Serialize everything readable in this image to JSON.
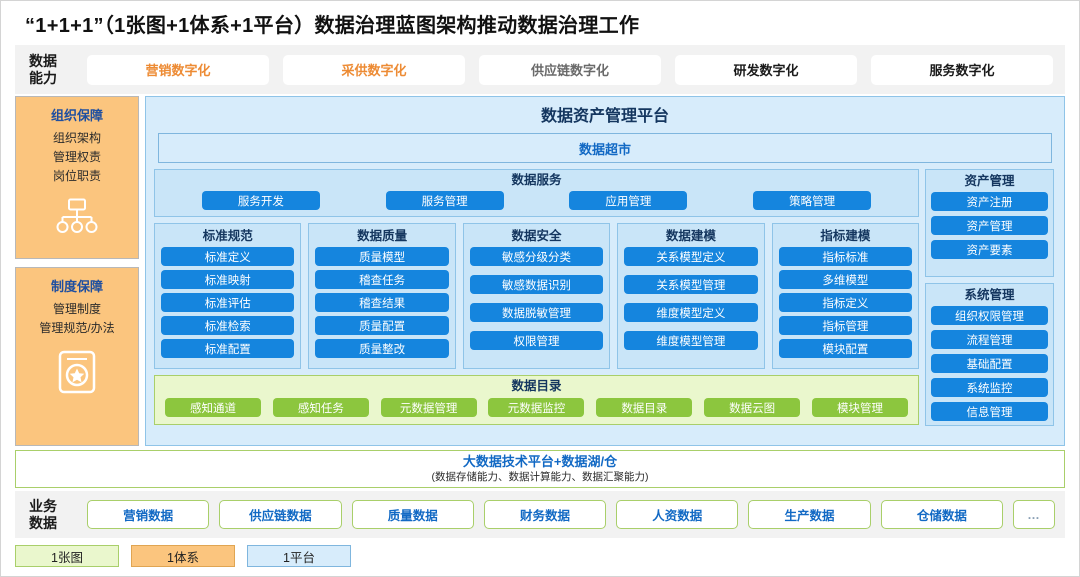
{
  "title": "“1+1+1”（1张图+1体系+1平台）数据治理蓝图架构推动数据治理工作",
  "capability": {
    "label": "数据\n能力",
    "label_line1": "数据",
    "label_line2": "能力",
    "items": [
      {
        "text": "营销数字化",
        "style": "accent"
      },
      {
        "text": "采供数字化",
        "style": "accent"
      },
      {
        "text": "供应链数字化",
        "style": "muted"
      },
      {
        "text": "研发数字化",
        "style": "normal"
      },
      {
        "text": "服务数字化",
        "style": "normal"
      }
    ]
  },
  "left_column": {
    "org": {
      "title": "组织保障",
      "lines": [
        "组织架构",
        "管理权责",
        "岗位职责"
      ],
      "icon": "org-chart-icon"
    },
    "policy": {
      "title": "制度保障",
      "lines": [
        "管理制度",
        "管理规范/办法"
      ],
      "icon": "certificate-icon"
    }
  },
  "platform": {
    "title": "数据资产管理平台",
    "data_mart": "数据超市",
    "data_service": {
      "title": "数据服务",
      "buttons": [
        "服务开发",
        "服务管理",
        "应用管理",
        "策略管理"
      ]
    },
    "columns": [
      {
        "title": "标准规范",
        "items": [
          "标准定义",
          "标准映射",
          "标准评估",
          "标准检索",
          "标准配置"
        ]
      },
      {
        "title": "数据质量",
        "items": [
          "质量模型",
          "稽查任务",
          "稽查结果",
          "质量配置",
          "质量整改"
        ]
      },
      {
        "title": "数据安全",
        "items": [
          "敏感分级分类",
          "敏感数据识别",
          "数据脱敏管理",
          "权限管理"
        ]
      },
      {
        "title": "数据建模",
        "items": [
          "关系模型定义",
          "关系模型管理",
          "维度模型定义",
          "维度模型管理"
        ]
      },
      {
        "title": "指标建模",
        "items": [
          "指标标准",
          "多维模型",
          "指标定义",
          "指标管理",
          "模块配置"
        ]
      }
    ],
    "catalog": {
      "title": "数据目录",
      "buttons": [
        "感知通道",
        "感知任务",
        "元数据管理",
        "元数据监控",
        "数据目录",
        "数据云图",
        "模块管理"
      ]
    },
    "right_boxes": [
      {
        "title": "资产管理",
        "items": [
          "资产注册",
          "资产管理",
          "资产要素"
        ]
      },
      {
        "title": "系统管理",
        "items": [
          "组织权限管理",
          "流程管理",
          "基础配置",
          "系统监控",
          "信息管理"
        ]
      }
    ]
  },
  "bigdata": {
    "main": "大数据技术平台+数据湖/仓",
    "sub": "(数据存储能力、数据计算能力、数据汇聚能力)"
  },
  "business": {
    "label_line1": "业务",
    "label_line2": "数据",
    "items": [
      "营销数据",
      "供应链数据",
      "质量数据",
      "财务数据",
      "人资数据",
      "生产数据",
      "仓储数据"
    ],
    "more": "…"
  },
  "legend": [
    {
      "text": "1张图",
      "key": "map"
    },
    {
      "text": "1体系",
      "key": "sys"
    },
    {
      "text": "1平台",
      "key": "plat"
    }
  ],
  "colors": {
    "accent_orange": "#ed8b34",
    "brand_blue": "#1585de",
    "title_blue": "#14365f",
    "green": "#8cc63e",
    "panel_blue": "#d7ecfb",
    "orange_panel": "#fbc57e"
  }
}
